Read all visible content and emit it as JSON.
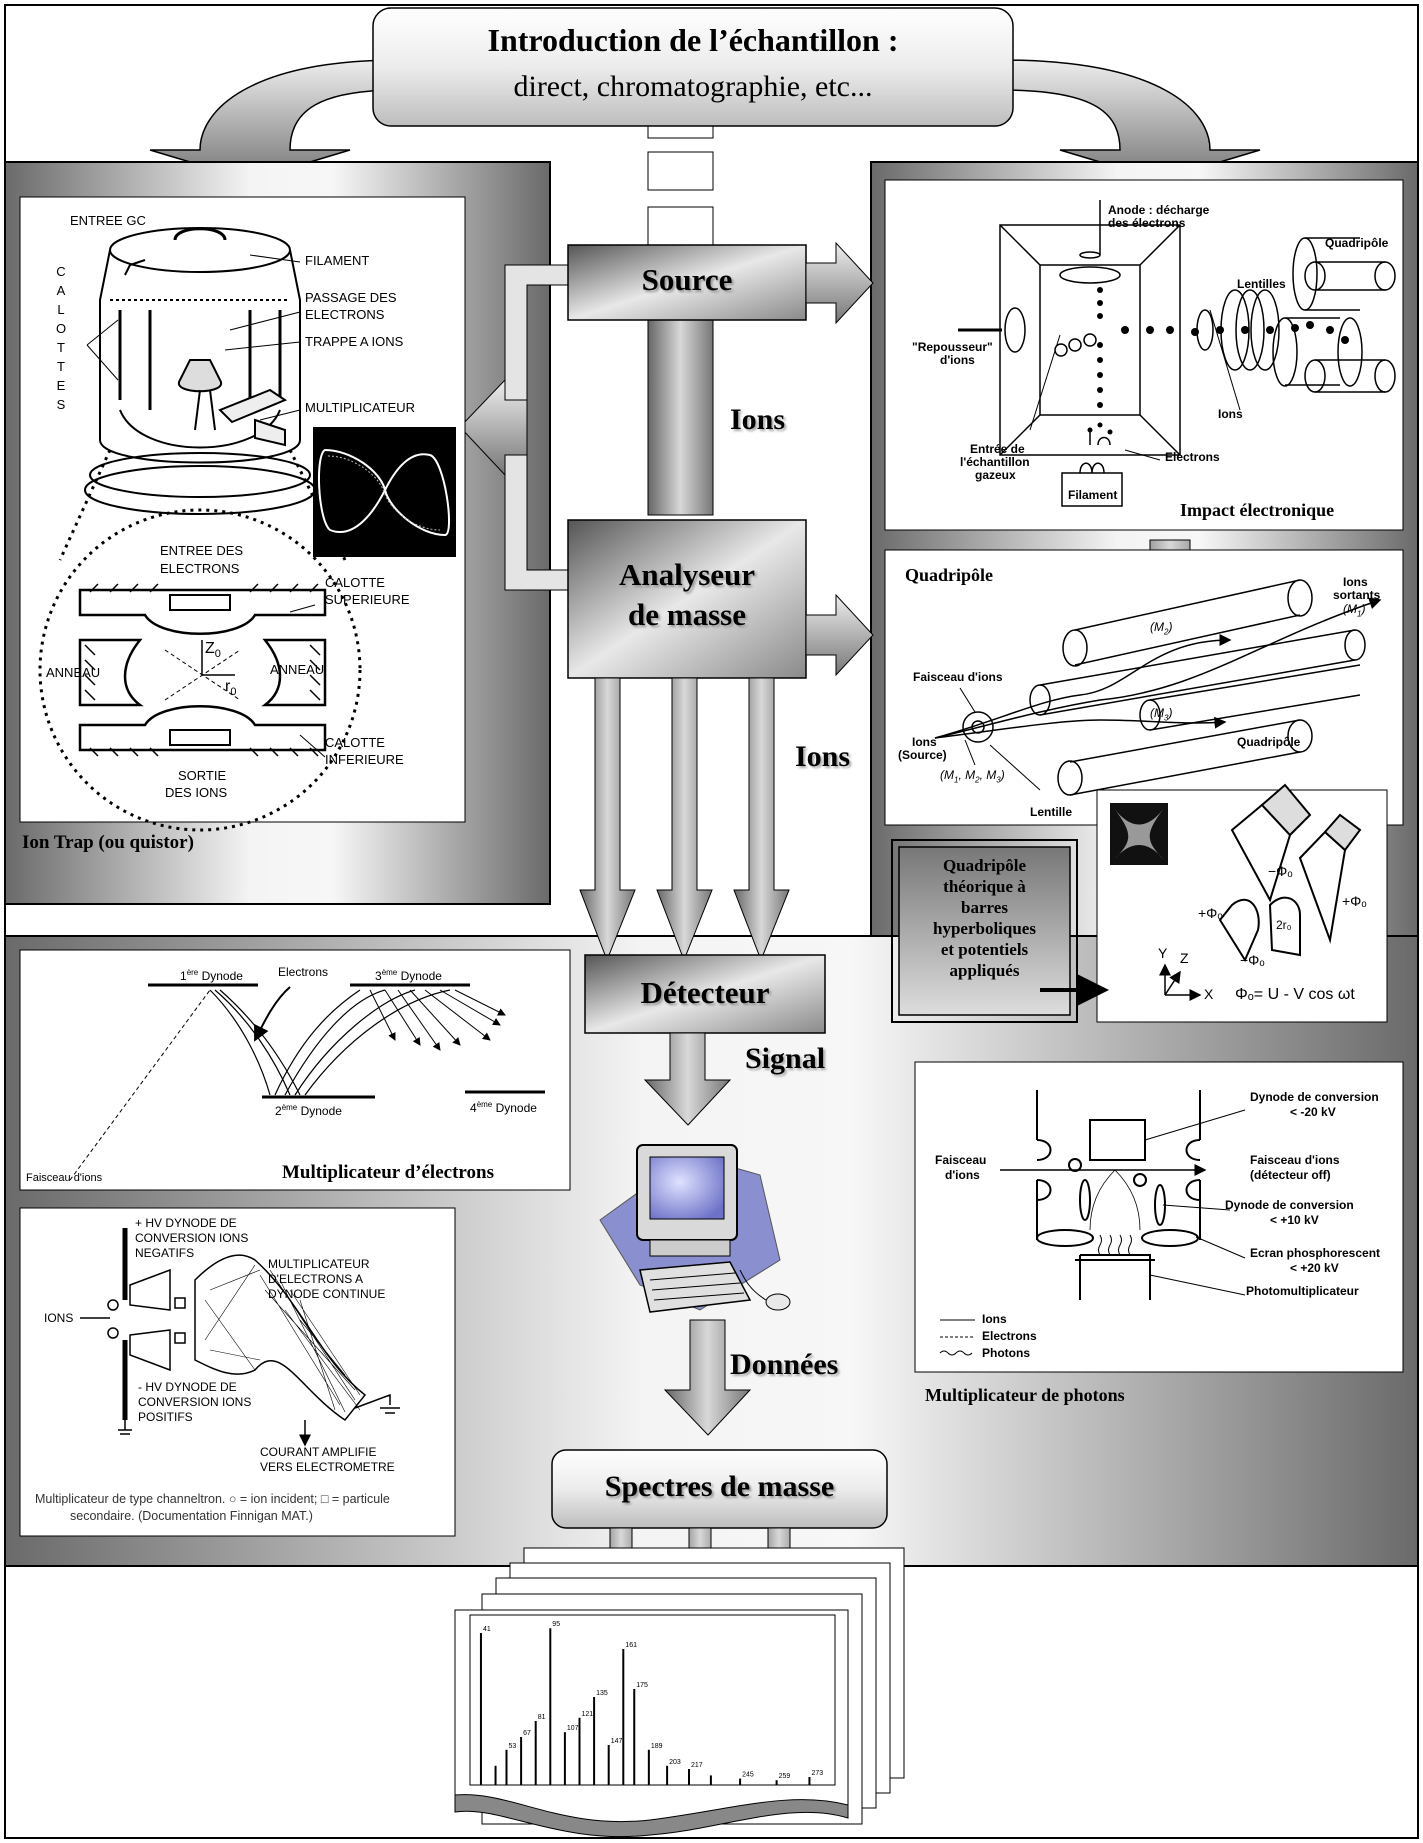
{
  "header": {
    "title": "Introduction de l’échantillon :",
    "subtitle": "direct, chromatographie, etc..."
  },
  "flow": {
    "source": "Source",
    "analyseur_l1": "Analyseur",
    "analyseur_l2": "de masse",
    "detecteur": "Détecteur",
    "spectres": "Spectres de masse",
    "ions_1": "Ions",
    "ions_2": "Ions",
    "signal": "Signal",
    "donnees": "Données"
  },
  "ion_trap": {
    "caption": "Ion Trap (ou quistor)",
    "calottes": [
      "C",
      "A",
      "L",
      "O",
      "T",
      "T",
      "E",
      "S"
    ],
    "labels": {
      "entree_gc": "ENTREE GC",
      "filament": "FILAMENT",
      "passage_1": "PASSAGE DES",
      "passage_2": "ELECTRONS",
      "trappe": "TRAPPE A IONS",
      "multiplicateur": "MULTIPLICATEUR",
      "entree_e1": "ENTREE DES",
      "entree_e2": "ELECTRONS",
      "calotte_sup1": "CALOTTE",
      "calotte_sup2": "SUPERIEURE",
      "anneau_l": "ANNEAU",
      "anneau_r": "ANNEAU",
      "z0": "Z",
      "z0_sub": "0",
      "r0": "r",
      "r0_sub": "0",
      "calotte_inf1": "CALOTTE",
      "calotte_inf2": "INFERIEURE",
      "sortie1": "SORTIE",
      "sortie2": "DES IONS"
    }
  },
  "impact": {
    "caption": "Impact électronique",
    "labels": {
      "anode_1": "Anode : décharge",
      "anode_2": "des électrons",
      "quadripole": "Quadripôle",
      "lentilles": "Lentilles",
      "repousseur_1": "\"Repousseur\"",
      "repousseur_2": "d'ions",
      "ions": "Ions",
      "entree_1": "Entrée de",
      "entree_2": "l'échantillon",
      "entree_3": "gazeux",
      "electrons": "Electrons",
      "filament": "Filament"
    }
  },
  "quadrupole_panel": {
    "title": "Quadripôle",
    "labels": {
      "ions_sortants_1": "Ions",
      "ions_sortants_2": "sortants",
      "ions_sortants_m": "(M",
      "ions_sortants_sub": "1",
      "m2": "(M",
      "m2_sub": "2",
      "m3": "(M",
      "m3_sub": "3",
      "faisceau": "Faisceau d'ions",
      "ions_src_1": "Ions",
      "ions_src_2": "(Source)",
      "masses": "(M",
      "masses_rest": ", M",
      "masses_rest2": ", M",
      "masses_s1": "1",
      "masses_s2": "2",
      "masses_s3": "3",
      "quadripole": "Quadripôle",
      "lentille": "Lentille"
    }
  },
  "hyperbolic": {
    "caption_lines": [
      "Quadripôle",
      "théorique à",
      "barres",
      "hyperboliques",
      "et potentiels",
      "appliqués"
    ],
    "formula": "Φₒ= U - V cos ωt",
    "phi_pos": "+Φₒ",
    "phi_neg": "−Φₒ",
    "two_r0": "2r₀",
    "axis_y": "Y",
    "axis_z": "Z",
    "axis_x": "X"
  },
  "electron_mult": {
    "caption": "Multiplicateur d’électrons",
    "dynode1": "1",
    "dynode1_sup": "ère",
    "dynode1_rest": " Dynode",
    "dynode2": "2",
    "dynode2_sup": "ème",
    "dynode2_rest": " Dynode",
    "dynode3": "3",
    "dynode3_sup": "ème",
    "dynode3_rest": " Dynode",
    "dynode4": "4",
    "dynode4_sup": "ème",
    "dynode4_rest": " Dynode",
    "electrons": "Electrons",
    "faisceau": "Faisceau d'ions"
  },
  "channeltron": {
    "labels": {
      "hv_plus_1": "+ HV DYNODE DE",
      "hv_plus_2": "CONVERSION IONS",
      "hv_plus_3": "NEGATIFS",
      "mult_1": "MULTIPLICATEUR",
      "mult_2": "D'ELECTRONS A",
      "mult_3": "DYNODE CONTINUE",
      "ions": "IONS",
      "hv_minus_1": "- HV DYNODE DE",
      "hv_minus_2": "CONVERSION IONS",
      "hv_minus_3": "POSITIFS",
      "courant_1": "COURANT AMPLIFIE",
      "courant_2": "VERS ELECTROMETRE"
    },
    "note_1": "Multiplicateur de type channeltron. ○ = ion incident; □ = particule",
    "note_2": "secondaire. (Documentation Finnigan MAT.)"
  },
  "photon_mult": {
    "caption": "Multiplicateur de photons",
    "labels": {
      "dyn_conv_1": "Dynode de conversion",
      "dyn_conv_2": "< -20 kV",
      "faisceau_l1": "Faisceau",
      "faisceau_l2": "d'ions",
      "faisceau_r1": "Faisceau d'ions",
      "faisceau_r2": "(détecteur off)",
      "dyn_conv2_1": "Dynode de conversion",
      "dyn_conv2_2": "< +10 kV",
      "ecran_1": "Ecran phosphorescent",
      "ecran_2": "< +20 kV",
      "photomult": "Photomultiplicateur",
      "leg_ions": "Ions",
      "leg_electrons": "Electrons",
      "leg_photons": "Photons"
    }
  },
  "spectrum": {
    "peaks": [
      {
        "x": 0.03,
        "h": 0.95,
        "lbl": "41"
      },
      {
        "x": 0.07,
        "h": 0.12,
        "lbl": ""
      },
      {
        "x": 0.1,
        "h": 0.22,
        "lbl": "53"
      },
      {
        "x": 0.14,
        "h": 0.3,
        "lbl": "67"
      },
      {
        "x": 0.18,
        "h": 0.4,
        "lbl": "81"
      },
      {
        "x": 0.22,
        "h": 0.98,
        "lbl": "95"
      },
      {
        "x": 0.26,
        "h": 0.33,
        "lbl": "107"
      },
      {
        "x": 0.3,
        "h": 0.42,
        "lbl": "121"
      },
      {
        "x": 0.34,
        "h": 0.55,
        "lbl": "135"
      },
      {
        "x": 0.38,
        "h": 0.25,
        "lbl": "147"
      },
      {
        "x": 0.42,
        "h": 0.85,
        "lbl": "161"
      },
      {
        "x": 0.45,
        "h": 0.6,
        "lbl": "175"
      },
      {
        "x": 0.49,
        "h": 0.22,
        "lbl": "189"
      },
      {
        "x": 0.54,
        "h": 0.12,
        "lbl": "203"
      },
      {
        "x": 0.6,
        "h": 0.1,
        "lbl": "217"
      },
      {
        "x": 0.66,
        "h": 0.06,
        "lbl": ""
      },
      {
        "x": 0.74,
        "h": 0.04,
        "lbl": "245"
      },
      {
        "x": 0.84,
        "h": 0.03,
        "lbl": "259"
      },
      {
        "x": 0.93,
        "h": 0.05,
        "lbl": "273"
      }
    ]
  }
}
